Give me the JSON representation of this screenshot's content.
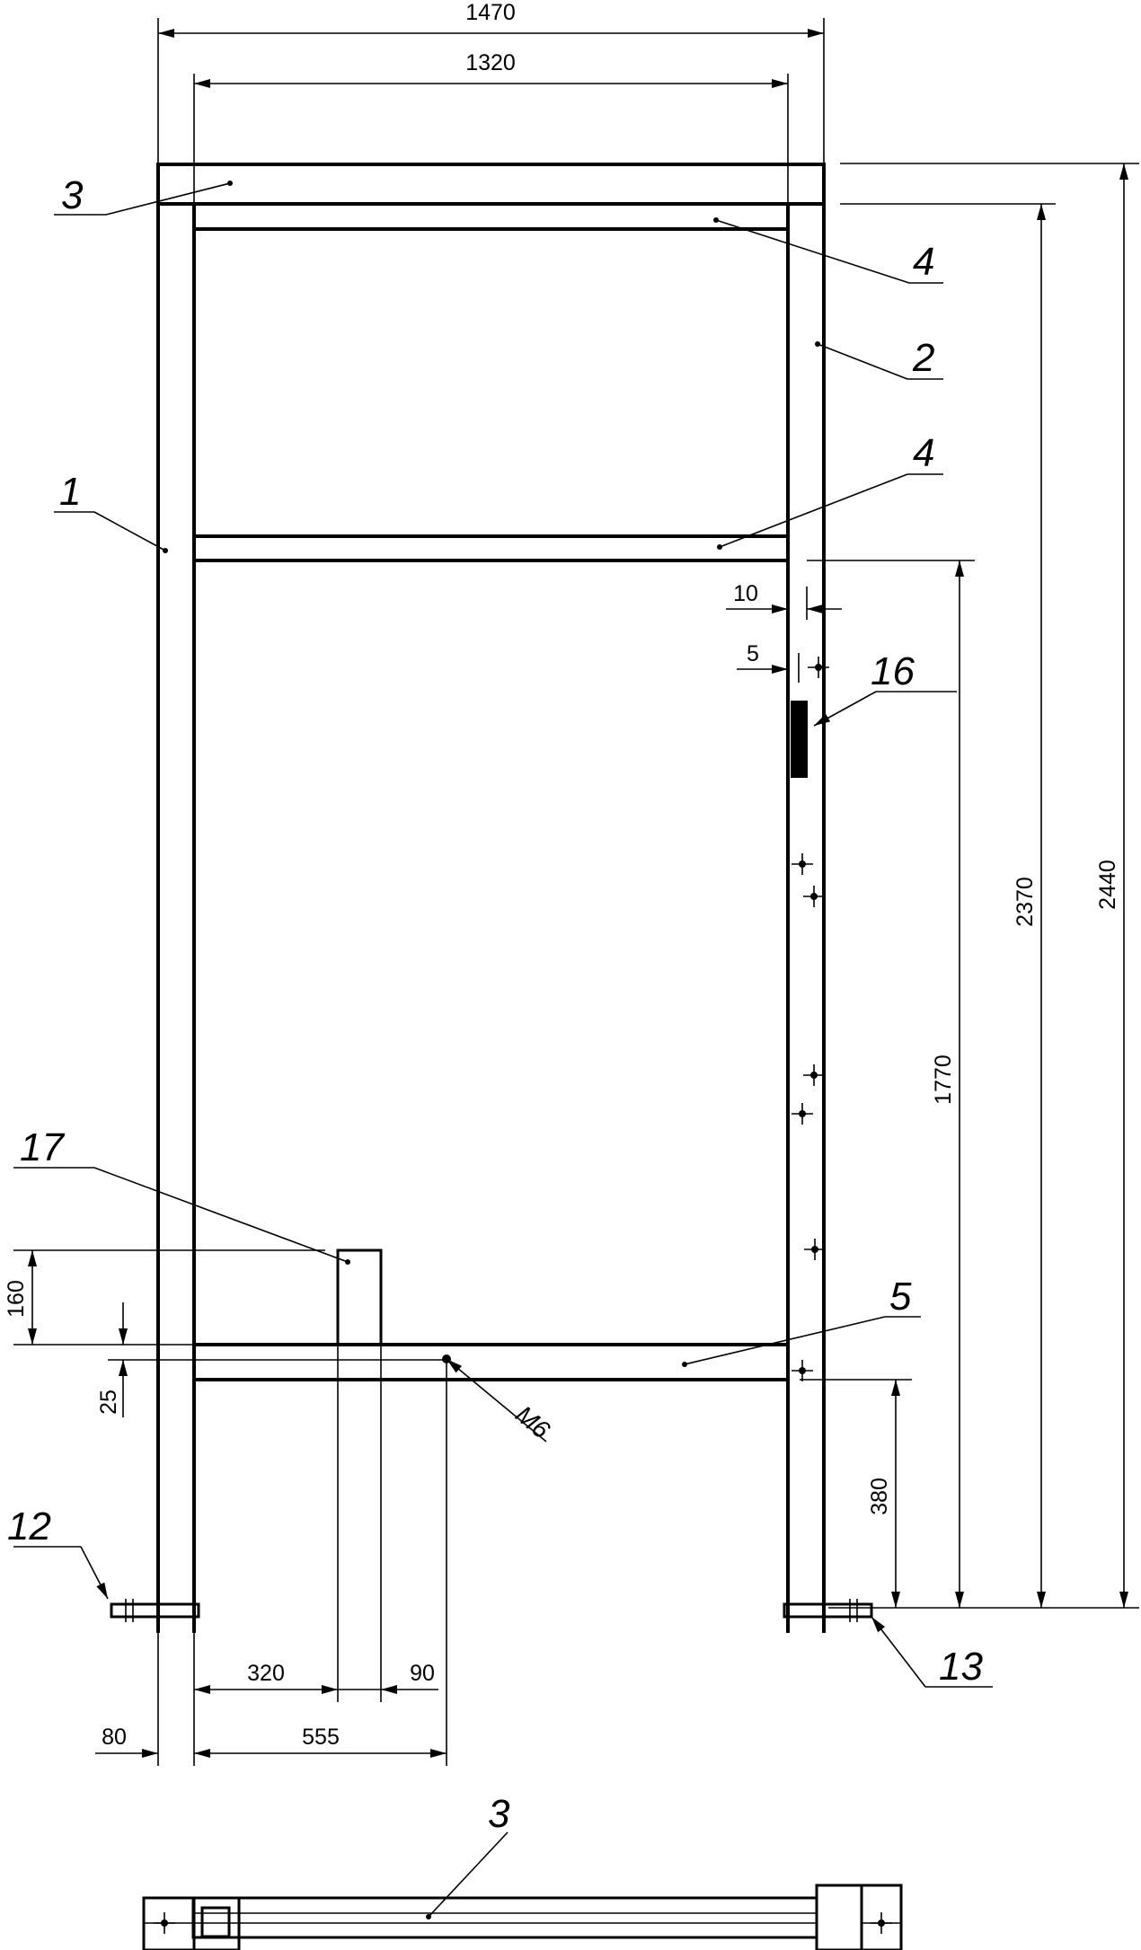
{
  "dimensions": {
    "overall_width": "1470",
    "inner_width": "1320",
    "d10": "10",
    "d5": "5",
    "d2370": "2370",
    "d2440": "2440",
    "d1770": "1770",
    "d380": "380",
    "d160": "160",
    "d25": "25",
    "d320": "320",
    "d90": "90",
    "d80": "80",
    "d555": "555"
  },
  "callouts": {
    "c1": "1",
    "c2": "2",
    "c3_top": "3",
    "c4_top": "4",
    "c4_mid": "4",
    "c5": "5",
    "c12": "12",
    "c13": "13",
    "c16": "16",
    "c17": "17",
    "c3_bottom": "3"
  },
  "thread_label": "M6"
}
